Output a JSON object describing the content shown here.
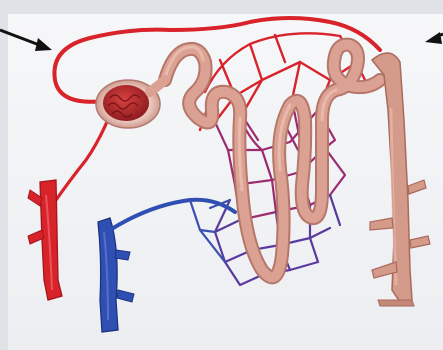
{
  "figure": {
    "subject": "nephron-with-blood-supply",
    "colors": {
      "background": "#e9ebee",
      "panel": "#f4f5f7",
      "artery": "#d9232b",
      "vein": "#2f4fb3",
      "capillary": "#8a2a7a",
      "tubule": "#d9a090",
      "tubule_shadow": "#b6766a",
      "glomerulus": "#b3262a",
      "arrow": "#111111"
    },
    "pointers": [
      "arrow-left-pointer",
      "arrow-right-pointer"
    ]
  }
}
